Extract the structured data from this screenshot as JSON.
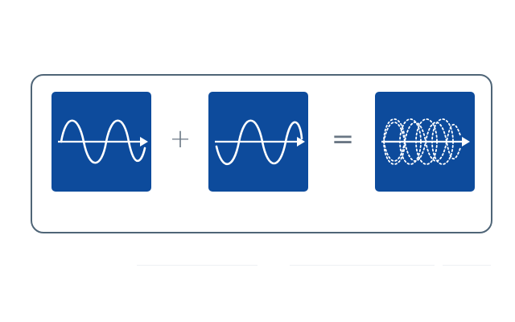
{
  "diagram": {
    "tiles": [
      {
        "name": "wave-a",
        "icon": "sine-wave-arrow-icon",
        "style": "solid",
        "color": "#0d4b9c"
      },
      {
        "name": "wave-b",
        "icon": "sine-wave-arrow-icon",
        "style": "solid",
        "color": "#0d4b9c"
      },
      {
        "name": "wave-sum",
        "icon": "dotted-superposed-waves-arrow-icon",
        "style": "dotted",
        "color": "#0d4b9c"
      }
    ],
    "operators": {
      "plus": "+",
      "equals": "="
    },
    "colors": {
      "tile": "#0d4b9c",
      "frame_border": "#4f6577",
      "operator": "#6a7784",
      "wave": "#ffffff"
    }
  }
}
